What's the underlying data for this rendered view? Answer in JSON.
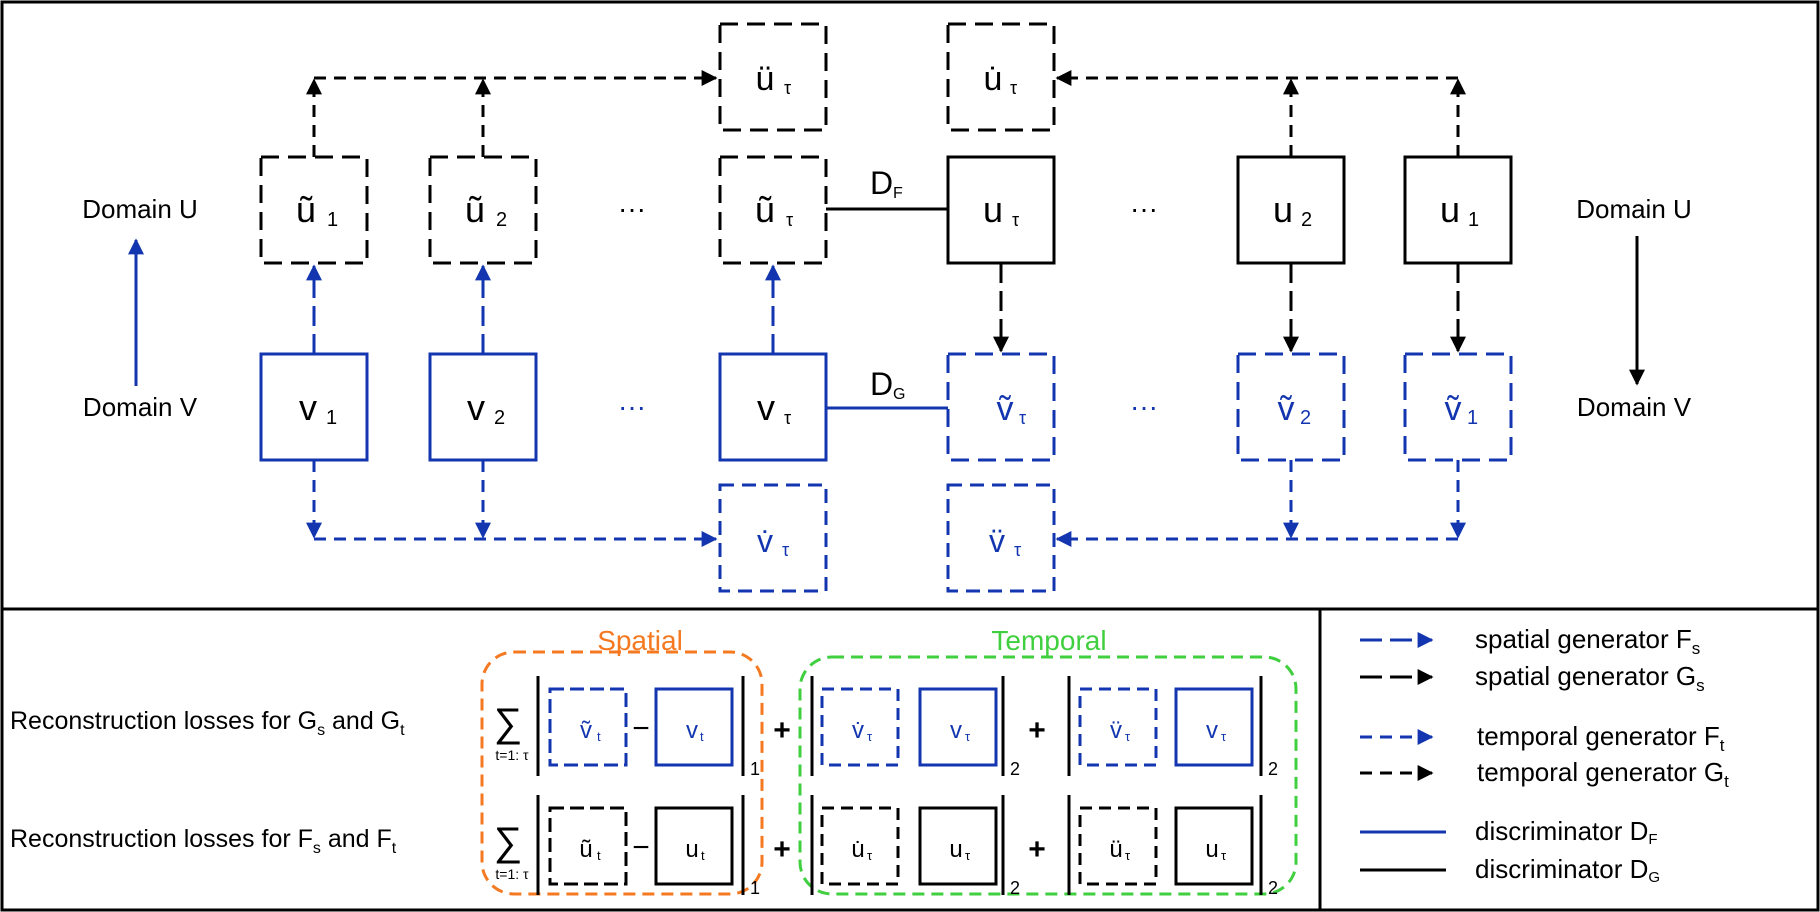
{
  "colors": {
    "blue": "#1336b0",
    "black": "#000000",
    "orange": "#f47920",
    "green": "#3fcf3f"
  },
  "top": {
    "domain_u_left": "Domain U",
    "domain_v_left": "Domain V",
    "domain_u_right": "Domain U",
    "domain_v_right": "Domain V",
    "ellipsis": "···",
    "df": {
      "main": "D",
      "sub": "F"
    },
    "dg": {
      "main": "D",
      "sub": "G"
    },
    "boxes": {
      "u_tilde_1": {
        "main": "ũ",
        "sub": "1"
      },
      "u_tilde_2": {
        "main": "ũ",
        "sub": "2"
      },
      "u_tilde_tau": {
        "main": "ũ",
        "sub": "τ"
      },
      "u_ddot_tau": {
        "main": "ü",
        "sub": "τ"
      },
      "u_dot_tau": {
        "main": "u̇",
        "sub": "τ"
      },
      "u_tau": {
        "main": "u",
        "sub": "τ"
      },
      "u_2": {
        "main": "u",
        "sub": "2"
      },
      "u_1": {
        "main": "u",
        "sub": "1"
      },
      "v_1": {
        "main": "v",
        "sub": "1"
      },
      "v_2": {
        "main": "v",
        "sub": "2"
      },
      "v_tau": {
        "main": "v",
        "sub": "τ"
      },
      "v_tilde_tau": {
        "main": "ṽ",
        "sub": "τ"
      },
      "v_tilde_2": {
        "main": "ṽ",
        "sub": "2"
      },
      "v_tilde_1": {
        "main": "ṽ",
        "sub": "1"
      },
      "v_dot_tau": {
        "main": "v̇",
        "sub": "τ"
      },
      "v_ddot_tau": {
        "main": "v̈",
        "sub": "τ"
      }
    }
  },
  "bottom": {
    "spatial_label": "Spatial",
    "temporal_label": "Temporal",
    "row1": {
      "prefix": "Reconstruction losses for G",
      "s": "s",
      "and": " and G",
      "t": "t"
    },
    "row2": {
      "prefix": "Reconstruction losses for F",
      "s": "s",
      "and": " and F",
      "t": "t"
    },
    "sum_sign": "∑",
    "sum_range": "t=1: τ",
    "minus": "−",
    "plus": "+",
    "norm1": "1",
    "norm2": "2",
    "row1_boxes": {
      "vt_tilde": {
        "main": "ṽ",
        "sub": "t"
      },
      "vt": {
        "main": "v",
        "sub": "t"
      },
      "v_dot": {
        "main": "v̇",
        "sub": "τ"
      },
      "v_a": {
        "main": "v",
        "sub": "τ"
      },
      "v_ddot": {
        "main": "v̈",
        "sub": "τ"
      },
      "v_b": {
        "main": "v",
        "sub": "τ"
      }
    },
    "row2_boxes": {
      "ut_tilde": {
        "main": "ũ",
        "sub": "t"
      },
      "ut": {
        "main": "u",
        "sub": "t"
      },
      "u_dot": {
        "main": "u̇",
        "sub": "τ"
      },
      "u_a": {
        "main": "u",
        "sub": "τ"
      },
      "u_ddot": {
        "main": "ü",
        "sub": "τ"
      },
      "u_b": {
        "main": "u",
        "sub": "τ"
      }
    }
  },
  "legend": [
    {
      "label": "spatial generator F",
      "sub": "s",
      "color": "blue",
      "style": "long-dash-arrow"
    },
    {
      "label": "spatial generator G",
      "sub": "s",
      "color": "black",
      "style": "long-dash-arrow"
    },
    {
      "label": "temporal generator F",
      "sub": "t",
      "color": "blue",
      "style": "short-dash-arrow"
    },
    {
      "label": "temporal generator G",
      "sub": "t",
      "color": "black",
      "style": "short-dash-arrow"
    },
    {
      "label": "discriminator D",
      "sub": "F",
      "color": "blue",
      "style": "solid"
    },
    {
      "label": "discriminator D",
      "sub": "G",
      "color": "black",
      "style": "solid"
    }
  ]
}
